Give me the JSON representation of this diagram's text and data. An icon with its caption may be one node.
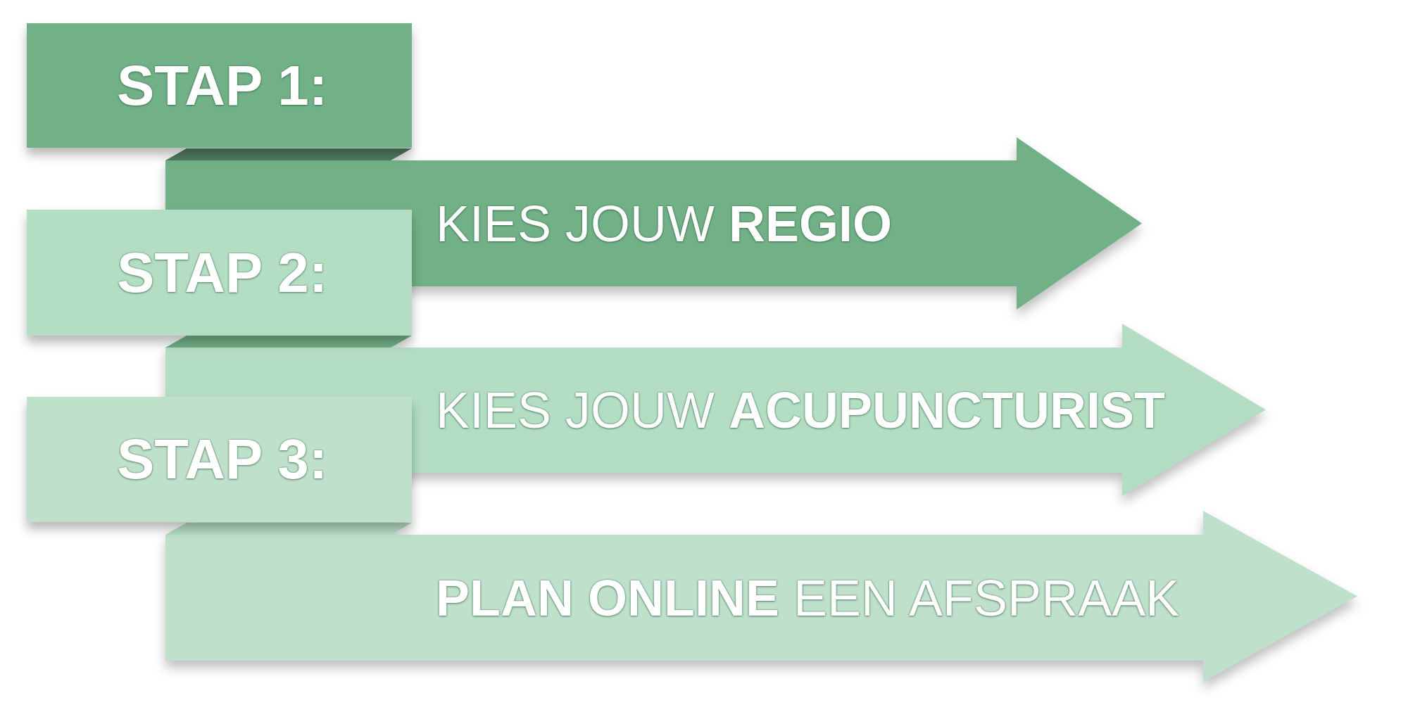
{
  "diagram": {
    "nodes": [
      {
        "text": [
          "STAP 1:"
        ]
      },
      {
        "text": [
          "KIES JOUW **REGIO**"
        ]
      },
      {
        "text": [
          "STAP 2:"
        ]
      },
      {
        "text": [
          "KIES JOUW **ACUPUNCTURIST**"
        ]
      },
      {
        "text": [
          "STAP 3:"
        ]
      },
      {
        "text": [
          "**PLAN ONLINE** EEN AFSPRAAK"
        ]
      }
    ]
  }
}
